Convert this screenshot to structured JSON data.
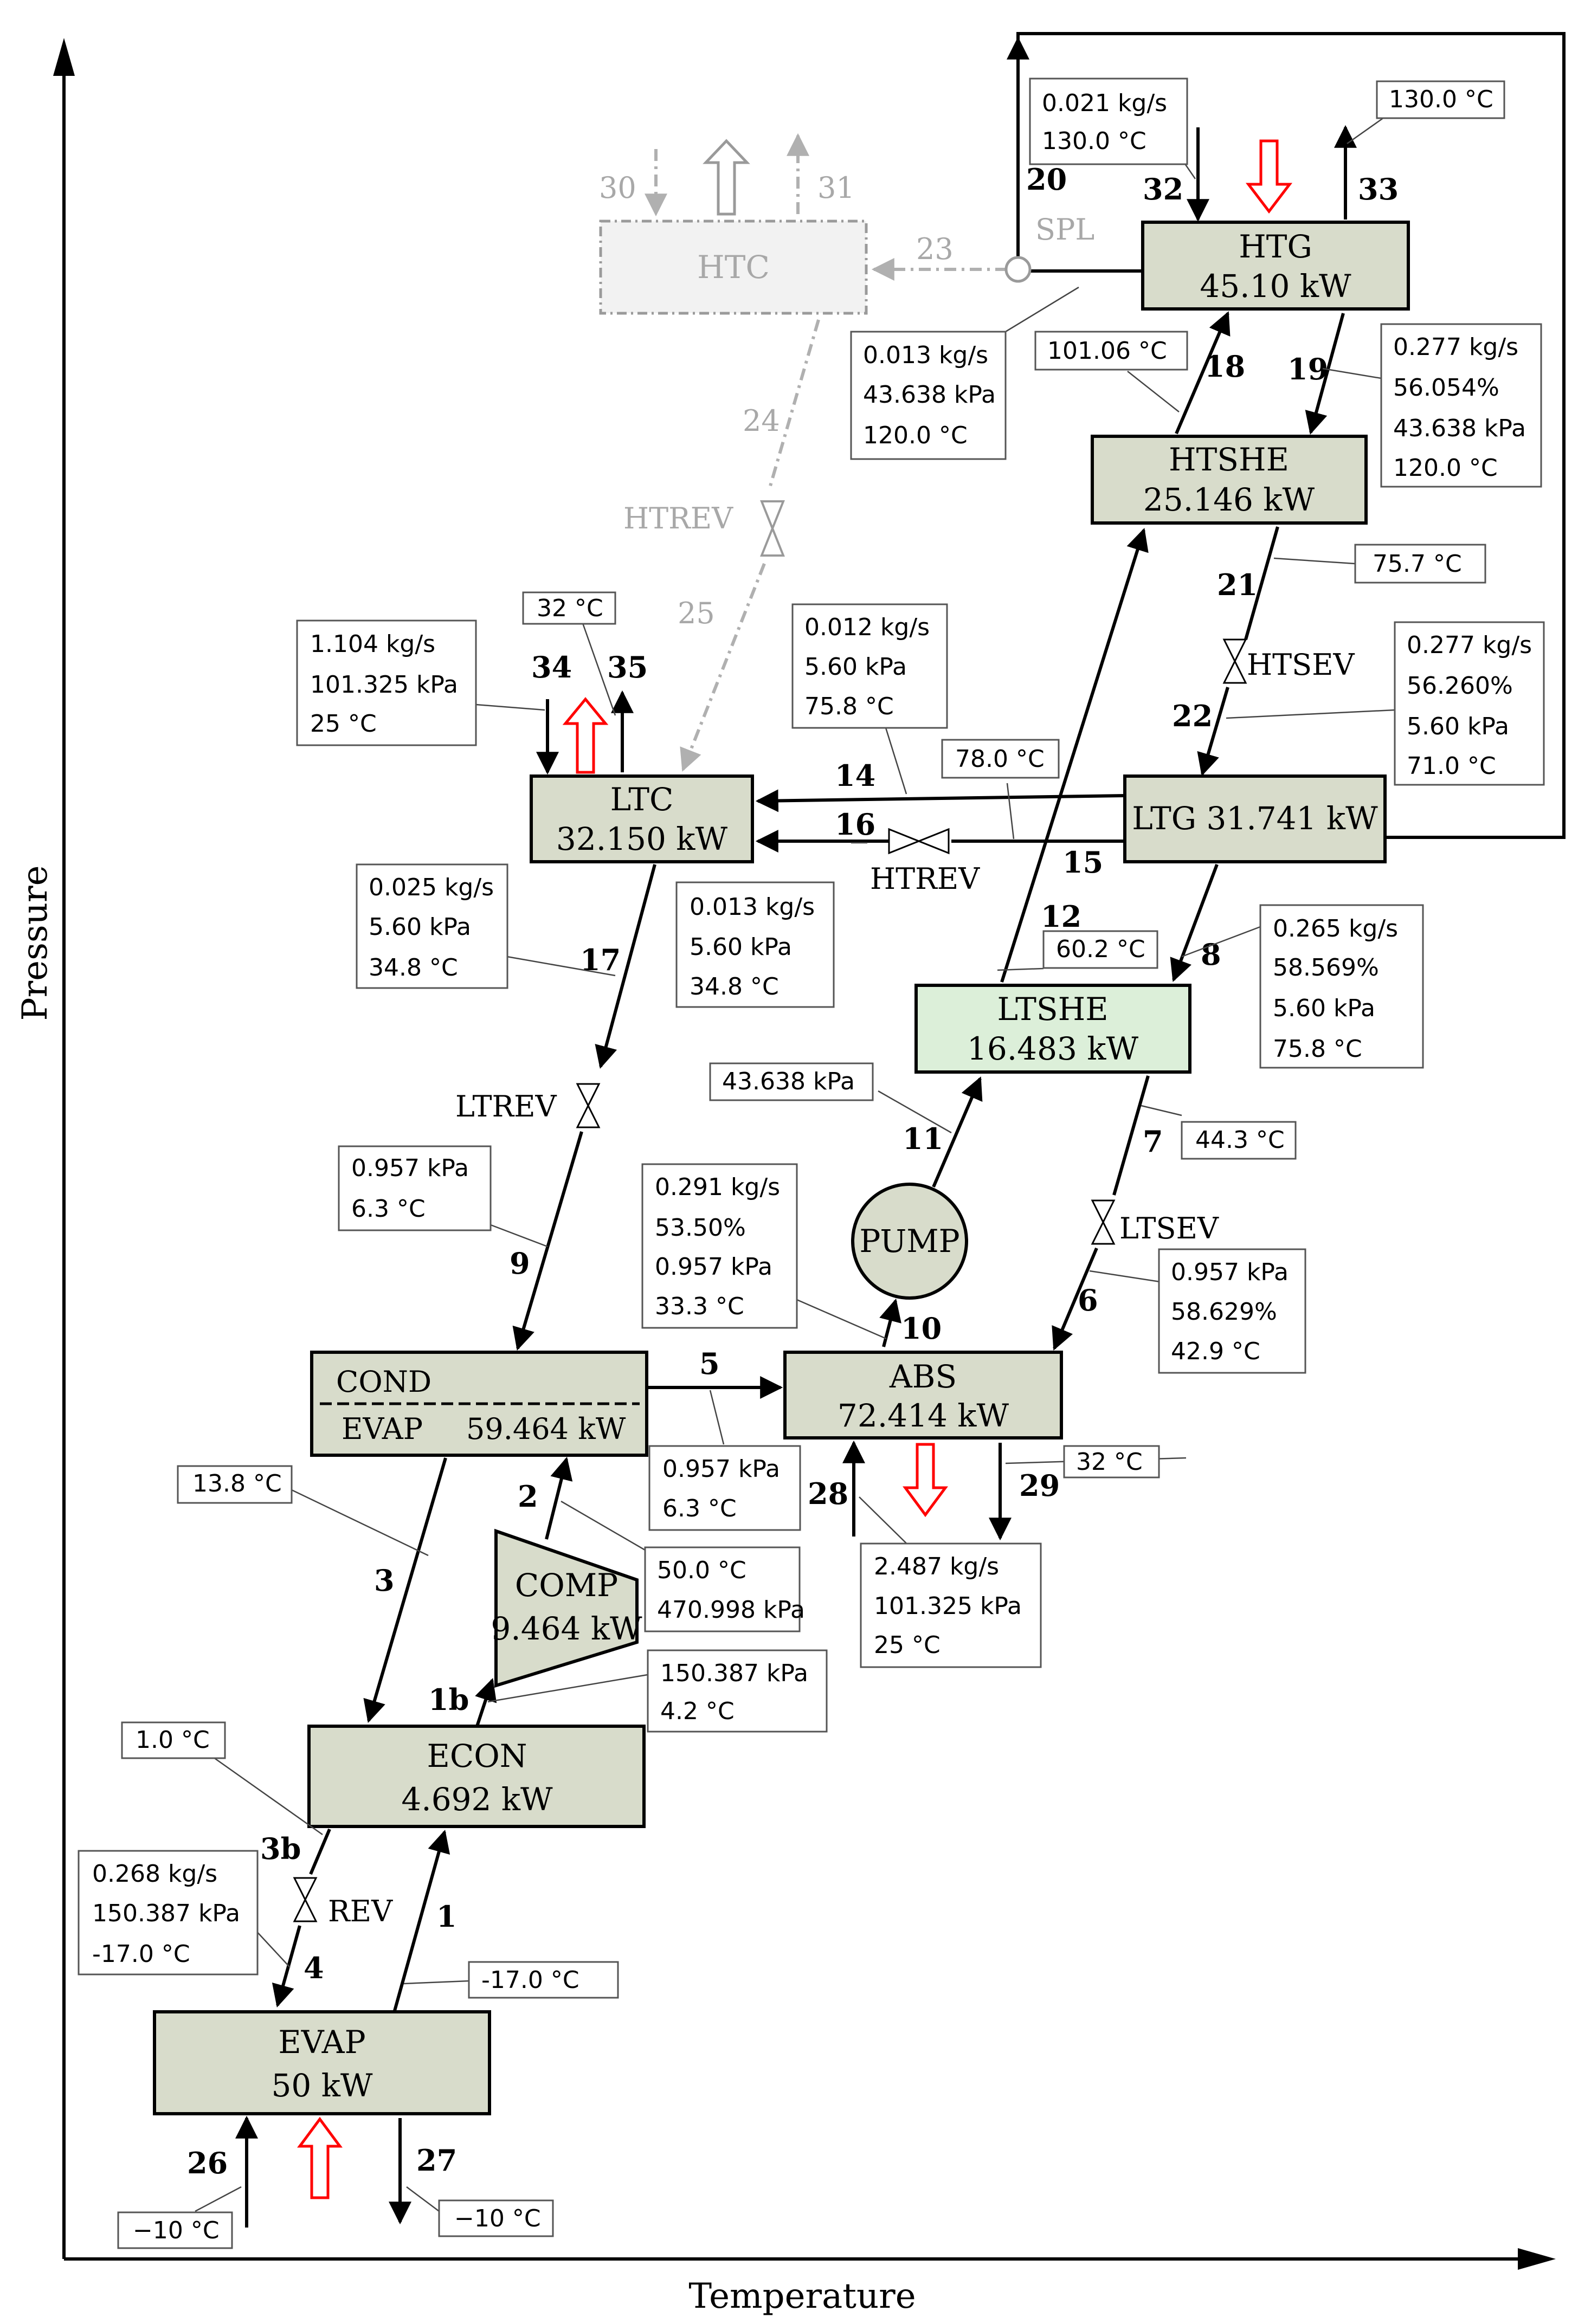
{
  "axes": {
    "x_label": "Temperature",
    "y_label": "Pressure"
  },
  "components": {
    "htg": {
      "name": "HTG",
      "power": "45.10 kW"
    },
    "htshe": {
      "name": "HTSHE",
      "power": "25.146 kW"
    },
    "ltg": {
      "name": "LTG 31.741 kW"
    },
    "ltc": {
      "name": "LTC",
      "power": "32.150 kW"
    },
    "ltshe": {
      "name": "LTSHE",
      "power": "16.483 kW"
    },
    "abs": {
      "name": "ABS",
      "power": "72.414 kW"
    },
    "cond_evap": {
      "name_top": "COND",
      "name_bottom": "EVAP",
      "power": "59.464 kW"
    },
    "comp": {
      "name": "COMP",
      "power": "9.464 kW"
    },
    "econ": {
      "name": "ECON",
      "power": "4.692 kW"
    },
    "evap": {
      "name": "EVAP",
      "power": "50 kW"
    },
    "pump": {
      "name": "PUMP"
    },
    "htc": {
      "name": "HTC"
    }
  },
  "devices": {
    "spl": "SPL",
    "htrev_top": "HTREV",
    "htrev": "HTREV",
    "htsev": "HTSEV",
    "ltrev": "LTREV",
    "ltsev": "LTSEV",
    "rev": "REV"
  },
  "states": {
    "s1": "1",
    "s1b": "1b",
    "s2": "2",
    "s3": "3",
    "s3b": "3b",
    "s4": "4",
    "s5": "5",
    "s6": "6",
    "s7": "7",
    "s8": "8",
    "s9": "9",
    "s10": "10",
    "s11": "11",
    "s12": "12",
    "s14": "14",
    "s15": "15",
    "s16": "16",
    "s17": "17",
    "s18": "18",
    "s19": "19",
    "s20": "20",
    "s21": "21",
    "s22": "22",
    "s23": "23",
    "s24": "24",
    "s25": "25",
    "s26": "26",
    "s27": "27",
    "s28": "28",
    "s29": "29",
    "s30": "30",
    "s31": "31",
    "s32": "32",
    "s33": "33",
    "s34": "34",
    "s35": "35"
  },
  "boxes": {
    "b32": [
      "0.021 kg/s",
      "130.0 °C"
    ],
    "b33": [
      "130.0 °C"
    ],
    "b23": [
      "0.013 kg/s",
      "43.638 kPa",
      "120.0 °C"
    ],
    "b18": [
      "101.06 °C"
    ],
    "b19": [
      "0.277 kg/s",
      "56.054%",
      "43.638 kPa",
      "120.0 °C"
    ],
    "b21": [
      "75.7 °C"
    ],
    "b22": [
      "0.277 kg/s",
      "56.260%",
      "5.60 kPa",
      "71.0 °C"
    ],
    "b35": [
      "32 °C"
    ],
    "b34": [
      "1.104 kg/s",
      "101.325 kPa",
      "25 °C"
    ],
    "b14": [
      "0.012 kg/s",
      "5.60 kPa",
      "75.8 °C"
    ],
    "b15": [
      "78.0 °C"
    ],
    "b16": [
      "0.013 kg/s",
      "5.60 kPa",
      "34.8 °C"
    ],
    "b17": [
      "0.025 kg/s",
      "5.60 kPa",
      "34.8 °C"
    ],
    "b12": [
      "60.2 °C"
    ],
    "b8": [
      "0.265 kg/s",
      "58.569%",
      "5.60 kPa",
      "75.8 °C"
    ],
    "b11": [
      "43.638 kPa"
    ],
    "b7": [
      "44.3 °C"
    ],
    "b9": [
      "0.957 kPa",
      "6.3 °C"
    ],
    "b10": [
      "0.291 kg/s",
      "53.50%",
      "0.957 kPa",
      "33.3 °C"
    ],
    "b6": [
      "0.957 kPa",
      "58.629%",
      "42.9 °C"
    ],
    "b5": [
      "0.957 kPa",
      "6.3 °C"
    ],
    "b29": [
      "32 °C"
    ],
    "b28": [
      "2.487 kg/s",
      "101.325 kPa",
      "25 °C"
    ],
    "b3": [
      "13.8 °C"
    ],
    "b2": [
      "50.0 °C",
      "470.998 kPa"
    ],
    "b1b": [
      "150.387 kPa",
      "4.2 °C"
    ],
    "b3b": [
      "1.0 °C"
    ],
    "b4": [
      "0.268 kg/s",
      "150.387 kPa",
      "-17.0 °C"
    ],
    "b1": [
      "-17.0 °C"
    ],
    "b26": [
      "−10 °C"
    ],
    "b27": [
      "−10 °C"
    ]
  },
  "colors": {
    "component_fill": "#d8dccb",
    "ltshe_fill": "#dcefd9",
    "heat_arrow": "#ff0000",
    "ghost": "#a8a8a8"
  }
}
